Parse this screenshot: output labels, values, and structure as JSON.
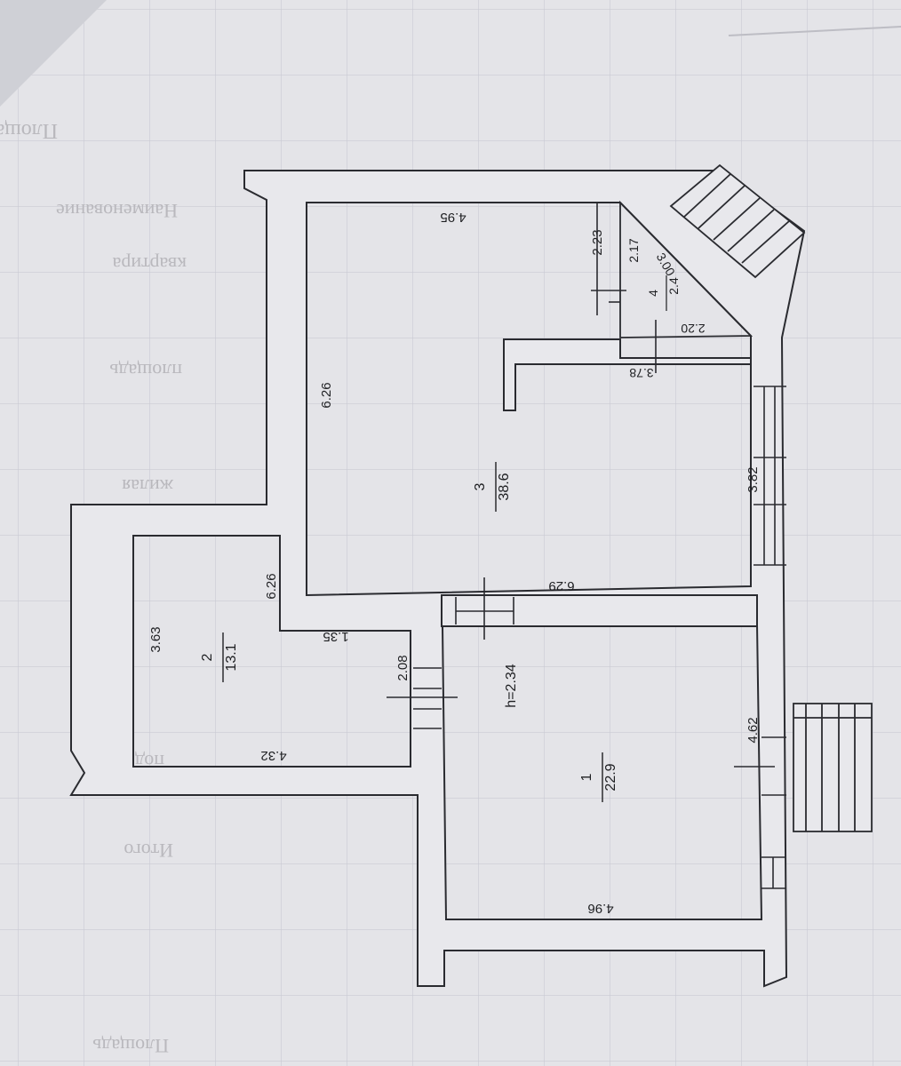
{
  "paper": {
    "background": "#e4e4e8",
    "grid_color": "#c9cad3",
    "line_color": "#2a2b30",
    "wall_fill": "#e8e8ec",
    "bleed_text": [
      "Площадь",
      "Наименование",
      "квартира",
      "площадь",
      "жилая",
      "подсобная",
      "Итого",
      "Площадь"
    ]
  },
  "rooms": [
    {
      "id": "1",
      "number": "1",
      "area": "22.9",
      "height": "h=2.34"
    },
    {
      "id": "2",
      "number": "2",
      "area": "13.1"
    },
    {
      "id": "3",
      "number": "3",
      "area": "38.6"
    },
    {
      "id": "4",
      "number": "4",
      "area": "2.4"
    }
  ],
  "dimensions": {
    "r3_top": "4.95",
    "r3_left": "6.26",
    "r3_bottom": "6.29",
    "r3_right": "3.82",
    "r3_closet": "2.23",
    "r4_a": "2.17",
    "r4_b": "3.00",
    "r4_c": "2.20",
    "r4_d": "3.78",
    "r2_top": "6.26",
    "r2_left": "3.63",
    "r2_step": "1.35",
    "r2_door": "2.08",
    "r2_bottom": "4.32",
    "r1_right": "4.62",
    "r1_bottom": "4.96"
  }
}
